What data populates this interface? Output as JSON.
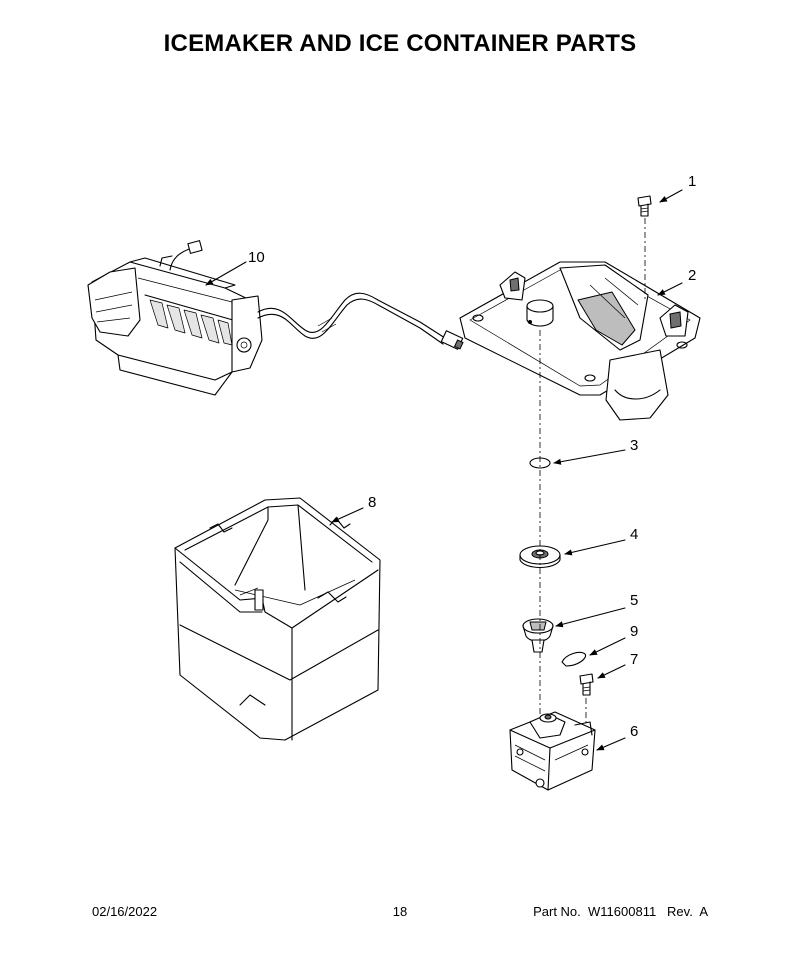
{
  "page": {
    "title": "ICEMAKER AND ICE CONTAINER PARTS",
    "footer": {
      "date": "02/16/2022",
      "page_number": "18",
      "part_label": "Part No.",
      "part_number": "W11600811",
      "revision": "Rev.  A"
    }
  },
  "callouts": [
    {
      "id": "1",
      "label": "1"
    },
    {
      "id": "2",
      "label": "2"
    },
    {
      "id": "3",
      "label": "3"
    },
    {
      "id": "4",
      "label": "4"
    },
    {
      "id": "5",
      "label": "5"
    },
    {
      "id": "9",
      "label": "9"
    },
    {
      "id": "7",
      "label": "7"
    },
    {
      "id": "6",
      "label": "6"
    },
    {
      "id": "8",
      "label": "8"
    },
    {
      "id": "10",
      "label": "10"
    }
  ]
}
